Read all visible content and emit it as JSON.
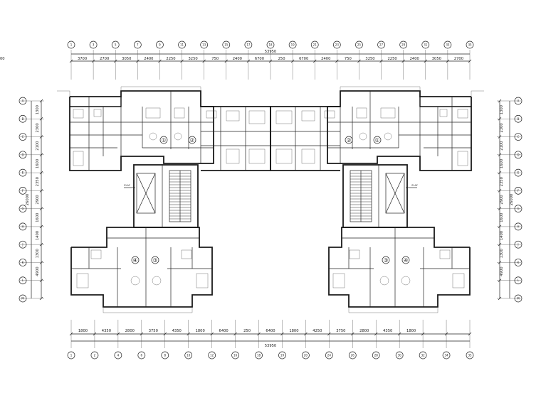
{
  "top_axes": [
    "1",
    "3",
    "5",
    "7",
    "9",
    "11",
    "13",
    "15",
    "17",
    "18",
    "19",
    "21",
    "23",
    "25",
    "27",
    "29",
    "31",
    "33",
    "35"
  ],
  "top_dims": [
    "3700",
    "2700",
    "3050",
    "2400",
    "2250",
    "3250",
    "750",
    "2400",
    "6700",
    "250",
    "6700",
    "2400",
    "750",
    "3250",
    "2250",
    "2400",
    "3050",
    "2700",
    "3700"
  ],
  "top_total": "53950",
  "bottom_axes": [
    "1",
    "2",
    "4",
    "6",
    "8",
    "10",
    "12",
    "16",
    "18",
    "19",
    "20",
    "24",
    "26",
    "28",
    "30",
    "32",
    "34",
    "35"
  ],
  "bottom_dims": [
    "1800",
    "4350",
    "2800",
    "3750",
    "4350",
    "1800",
    "6400",
    "250",
    "6400",
    "1800",
    "4250",
    "3750",
    "2800",
    "4350",
    "1800"
  ],
  "bottom_total": "53950",
  "left_axes": [
    "A",
    "B",
    "C",
    "D",
    "E",
    "F",
    "G",
    "H",
    "J",
    "K",
    "L",
    "M"
  ],
  "left_dims": [
    "1300",
    "2300",
    "2100",
    "1600",
    "2350",
    "2900",
    "1600",
    "1400",
    "1300",
    "4900"
  ],
  "left_total": "26000",
  "right_axes": [
    "A",
    "B",
    "C",
    "D",
    "E",
    "F",
    "G",
    "H",
    "J",
    "K",
    "L",
    "M"
  ],
  "right_dims": [
    "1300",
    "2300",
    "2100",
    "1600",
    "2350",
    "2900",
    "1600",
    "1400",
    "1300",
    "4900"
  ],
  "right_total": "26000",
  "unit_labels": [
    "①",
    "②",
    "③",
    "④",
    "①",
    "②",
    "③",
    "④"
  ],
  "panel_labels": [
    "ZLAF",
    "ZLAF"
  ],
  "accent_color": "#111111"
}
